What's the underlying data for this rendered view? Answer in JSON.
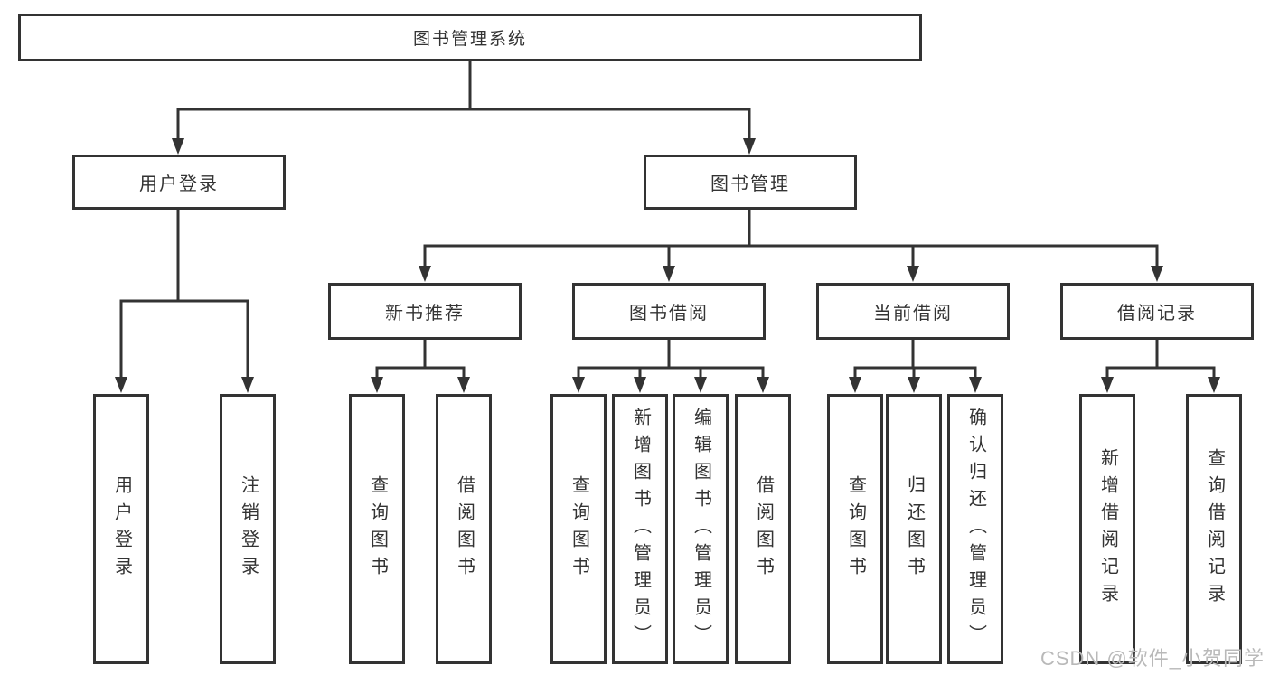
{
  "root": {
    "label": "图书管理系统"
  },
  "level2": [
    {
      "label": "用户登录"
    },
    {
      "label": "图书管理"
    }
  ],
  "level3": [
    {
      "label": "新书推荐"
    },
    {
      "label": "图书借阅"
    },
    {
      "label": "当前借阅"
    },
    {
      "label": "借阅记录"
    }
  ],
  "leaves": {
    "user_login": [
      {
        "label": "用户登录"
      },
      {
        "label": "注销登录"
      }
    ],
    "new_book": [
      {
        "label": "查询图书"
      },
      {
        "label": "借阅图书"
      }
    ],
    "book_borrow": [
      {
        "label": "查询图书"
      },
      {
        "label": "新增图书（管理员）"
      },
      {
        "label": "编辑图书（管理员）"
      },
      {
        "label": "借阅图书"
      }
    ],
    "current_borrow": [
      {
        "label": "查询图书"
      },
      {
        "label": "归还图书"
      },
      {
        "label": "确认归还（管理员）"
      }
    ],
    "borrow_record": [
      {
        "label": "新增借阅记录"
      },
      {
        "label": "查询借阅记录"
      }
    ]
  },
  "watermark": "CSDN @软件_小贺同学"
}
